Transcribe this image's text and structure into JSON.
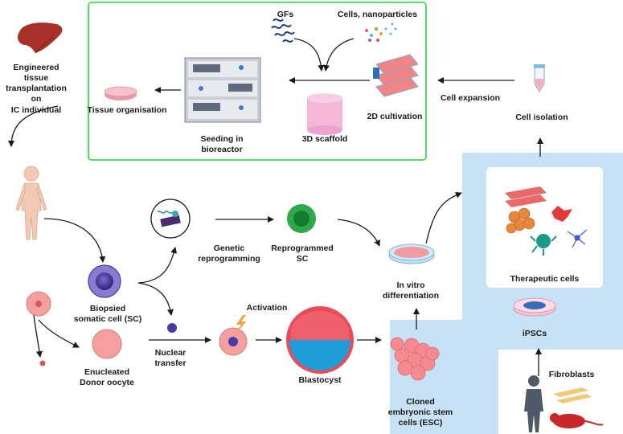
{
  "labels": {
    "engineered": "Engineered tissue\ntransplantation on\nIC individual",
    "gfs": "GFs",
    "cells_nano": "Cells, nanoparticles",
    "tissue_org": "Tissue organisation",
    "cultivation_2d": "2D cultivation",
    "cell_expansion": "Cell expansion",
    "cell_isolation": "Cell isolation",
    "seeding": "Seeding in\nbioreactor",
    "scaffold": "3D scaffold",
    "genetic": "Genetic\nreprogramming",
    "reprogrammed": "Reprogrammed\nSC",
    "in_vitro": "In vitro\ndifferentiation",
    "therapeutic": "Therapeutic cells",
    "ipscs": "iPSCs",
    "biopsied": "Biopsied\nsomatic cell (SC)",
    "activation": "Activation",
    "nuclear": "Nuclear\ntransfer",
    "enucleated": "Enucleated\nDonor oocyte",
    "blastocyst": "Blastocyst",
    "cloned": "Cloned\nembryonic stem\ncells (ESC)",
    "fibroblasts": "Fibroblasts"
  },
  "colors": {
    "box_border": "#3ddc4a",
    "panel_blue": "#c6e2f4",
    "arrow": "#1a1a1a"
  }
}
